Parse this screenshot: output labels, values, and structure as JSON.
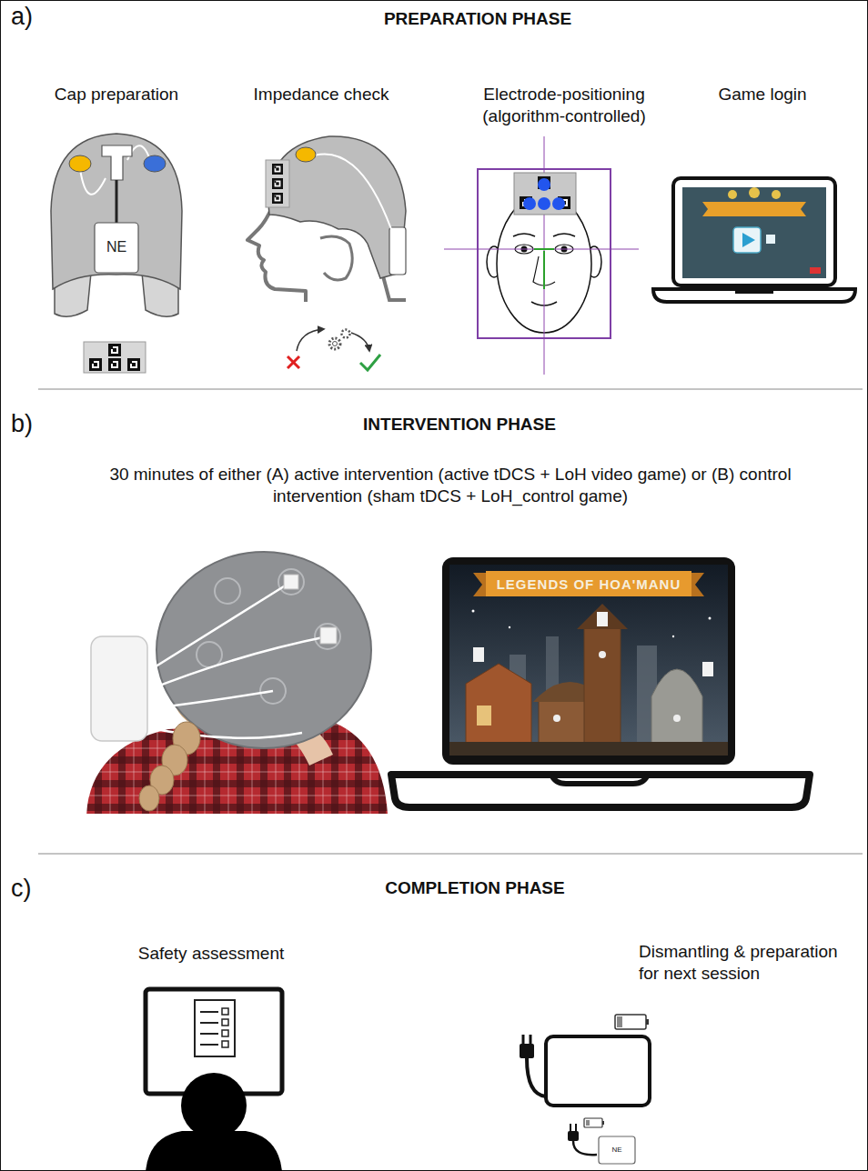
{
  "diagram": {
    "nodes": [
      {
        "text": [
          "a)",
          "PREPARATION PHASE"
        ]
      },
      {
        "text": [
          "b)",
          "INTERVENTION PHASE"
        ]
      },
      {
        "text": [
          "c)",
          "COMPLETION PHASE"
        ]
      },
      {
        "text": [
          "Cap preparation"
        ],
        "in": 0
      },
      {
        "text": [
          "Impedance check"
        ],
        "in": 0
      },
      {
        "text": [
          "Electrode-positioning (algorithm-controlled)"
        ],
        "in": 0
      },
      {
        "text": [
          "Game login"
        ],
        "in": 0
      },
      {
        "text": [
          "30 minutes of either (A) active intervention (active tDCS + LoH video game) or (B) control intervention (sham tDCS + LoH_control game)"
        ],
        "in": 1
      },
      {
        "text": [
          "Safety assessment"
        ],
        "in": 2
      },
      {
        "text": [
          "Dismantling & preparation for next session"
        ],
        "in": 2
      }
    ],
    "labels": [
      "NE",
      "LEGENDS OF HOA'MANU",
      "NE"
    ]
  }
}
